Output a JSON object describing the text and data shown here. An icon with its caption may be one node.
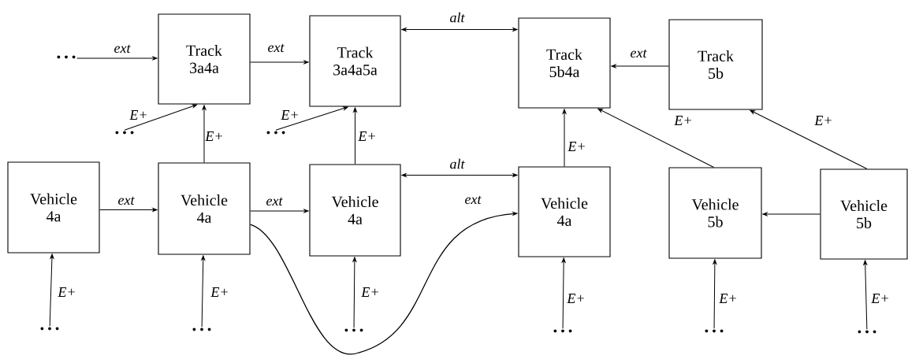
{
  "diagram": {
    "nodes": [
      {
        "text": [
          "Track 3a4a"
        ]
      },
      {
        "text": [
          "Track 3a4a5a"
        ]
      },
      {
        "text": [
          "Track 5b4a"
        ]
      },
      {
        "text": [
          "Track 5b"
        ]
      },
      {
        "text": [
          "Vehicle 4a"
        ]
      },
      {
        "text": [
          "Vehicle 4a"
        ]
      },
      {
        "text": [
          "Vehicle 4a"
        ]
      },
      {
        "text": [
          "Vehicle 4a"
        ]
      },
      {
        "text": [
          "Vehicle 5b"
        ]
      },
      {
        "text": [
          "Vehicle 5b"
        ]
      },
      {
        "text": [
          "• • •"
        ]
      },
      {
        "text": [
          "• • •"
        ]
      },
      {
        "text": [
          "• • •"
        ]
      },
      {
        "text": [
          "• • •"
        ]
      },
      {
        "text": [
          "• • •"
        ]
      },
      {
        "text": [
          "• • •"
        ]
      },
      {
        "text": [
          "• • •"
        ]
      },
      {
        "text": [
          "• • •"
        ]
      },
      {
        "text": [
          "• • •"
        ]
      }
    ],
    "edges": [
      {
        "from": 10,
        "to": 0,
        "arrow": "to",
        "label": "ext"
      },
      {
        "from": 11,
        "to": 0,
        "arrow": "to",
        "label": "E+"
      },
      {
        "from": 0,
        "to": 1,
        "arrow": "to",
        "label": "ext"
      },
      {
        "from": 12,
        "to": 1,
        "arrow": "to",
        "label": "E+"
      },
      {
        "from": 1,
        "to": 2,
        "arrow": "both",
        "label": "alt"
      },
      {
        "from": 3,
        "to": 2,
        "arrow": "to",
        "label": "ext"
      },
      {
        "from": 5,
        "to": 0,
        "arrow": "to",
        "label": "E+"
      },
      {
        "from": 6,
        "to": 1,
        "arrow": "to",
        "label": "E+"
      },
      {
        "from": 7,
        "to": 2,
        "arrow": "to",
        "label": "E+"
      },
      {
        "from": 8,
        "to": 2,
        "arrow": "to",
        "label": "E+"
      },
      {
        "from": 9,
        "to": 3,
        "arrow": "to",
        "label": "E+"
      },
      {
        "from": 4,
        "to": 5,
        "arrow": "to",
        "label": "ext"
      },
      {
        "from": 5,
        "to": 6,
        "arrow": "to",
        "label": "ext"
      },
      {
        "from": 6,
        "to": 7,
        "arrow": "both",
        "label": "alt"
      },
      {
        "from": 5,
        "to": 7,
        "arrow": "to",
        "label": "ext"
      },
      {
        "from": 9,
        "to": 8,
        "arrow": "to"
      },
      {
        "from": 13,
        "to": 4,
        "arrow": "to",
        "label": "E+"
      },
      {
        "from": 14,
        "to": 5,
        "arrow": "to",
        "label": "E+"
      },
      {
        "from": 15,
        "to": 6,
        "arrow": "to",
        "label": "E+"
      },
      {
        "from": 16,
        "to": 7,
        "arrow": "to",
        "label": "E+"
      },
      {
        "from": 17,
        "to": 8,
        "arrow": "to",
        "label": "E+"
      },
      {
        "from": 18,
        "to": 9,
        "arrow": "to",
        "label": "E+"
      }
    ]
  }
}
